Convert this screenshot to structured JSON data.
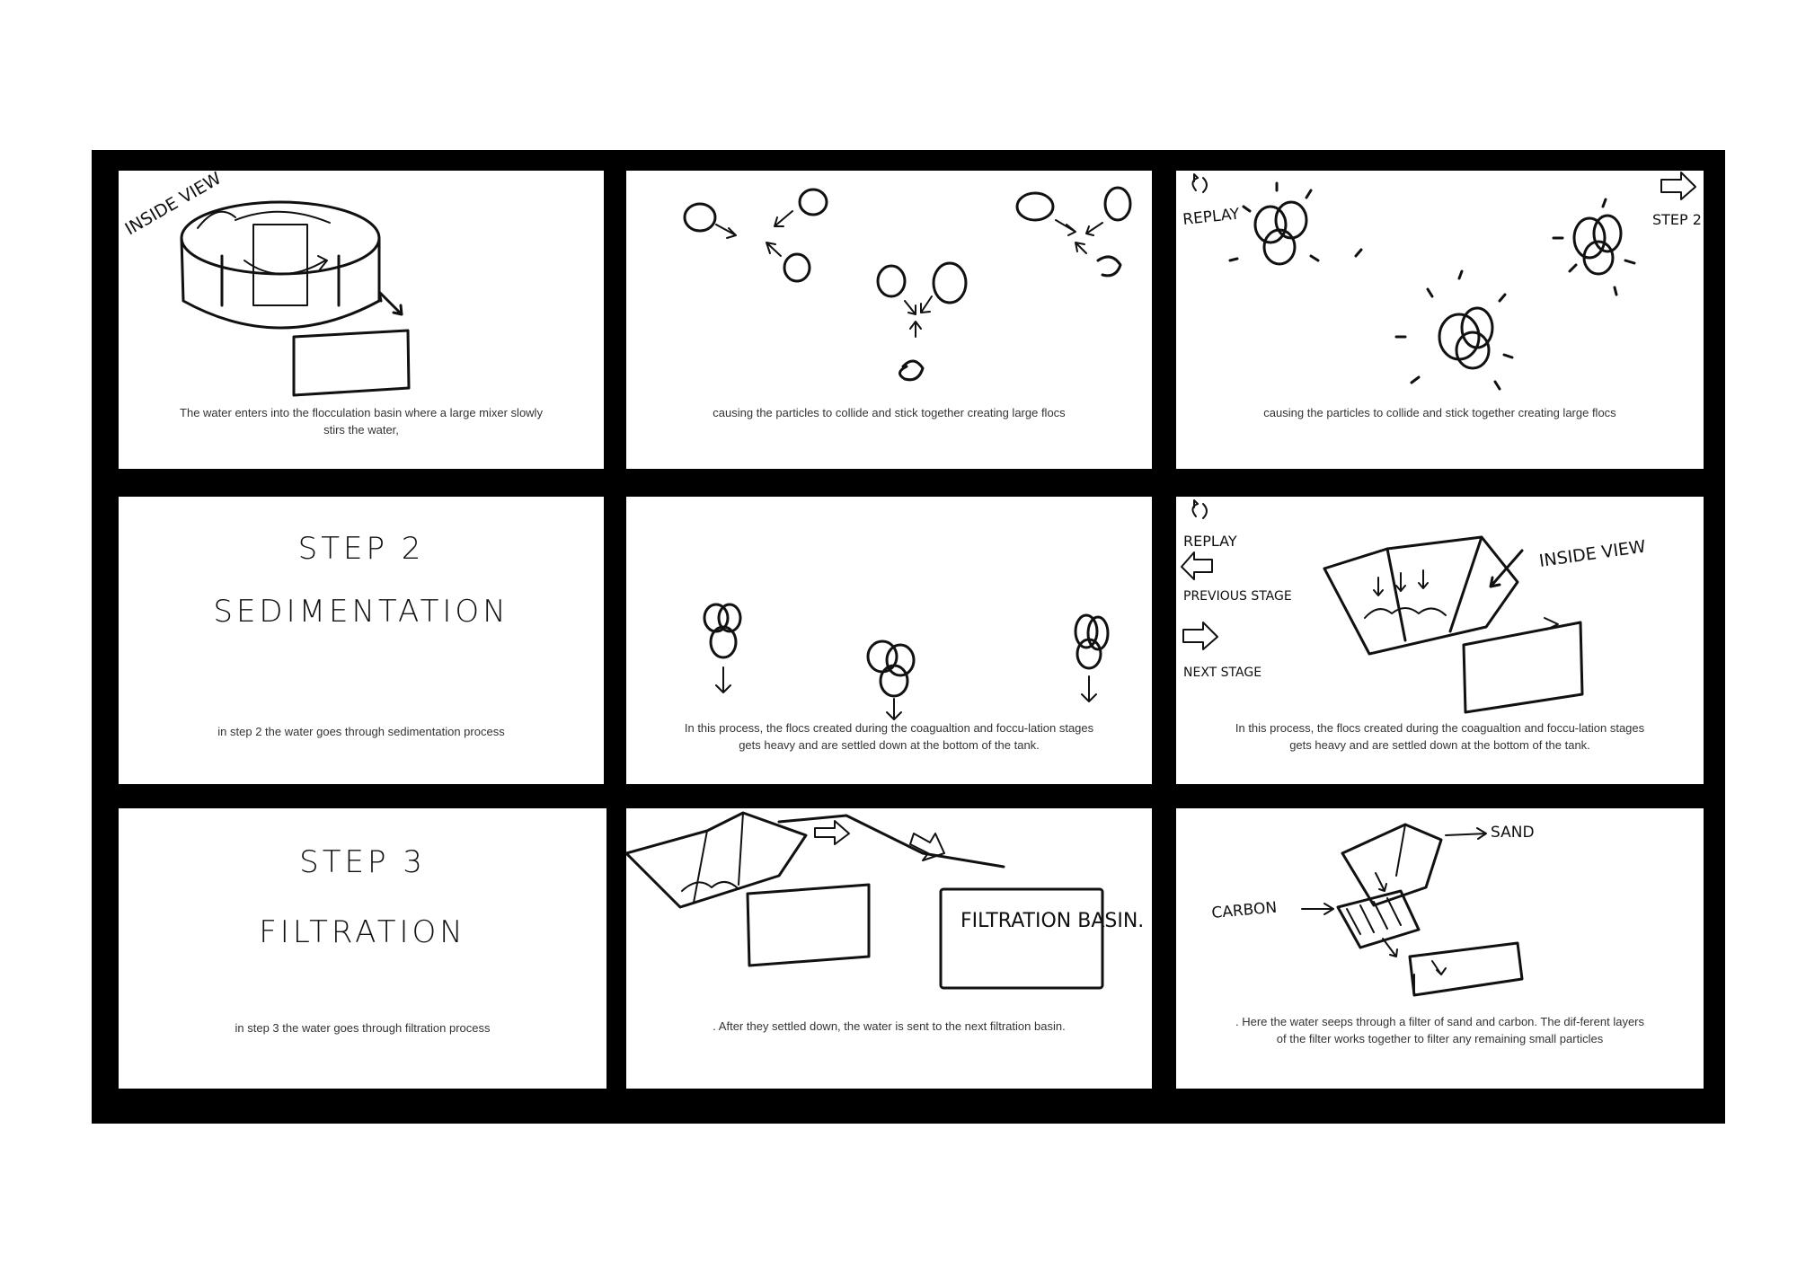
{
  "panels": [
    {
      "id": 1,
      "caption": "The water enters into the  flocculation basin where a large mixer slowly stirs the water,",
      "labels": {
        "inside_view": "INSIDE VIEW"
      }
    },
    {
      "id": 2,
      "caption": "causing the particles to collide and stick together creating large flocs"
    },
    {
      "id": 3,
      "caption": "causing the particles to collide and stick together creating large flocs",
      "labels": {
        "replay": "REPLAY",
        "step": "STEP 2"
      }
    },
    {
      "id": 4,
      "title": "STEP 2",
      "subtitle": "SEDIMENTATION",
      "caption": "in step 2 the water goes through sedimentation process"
    },
    {
      "id": 5,
      "caption": "In this process, the flocs created during the  coagualtion and foccu-lation stages gets heavy and are settled down at the bottom of the tank."
    },
    {
      "id": 6,
      "caption": "In this process, the flocs created during the  coagualtion and foccu-lation stages gets heavy and are settled down at the bottom of the tank.",
      "labels": {
        "replay": "REPLAY",
        "previous": "PREVIOUS STAGE",
        "next": "NEXT STAGE",
        "inside_view": "INSIDE VIEW"
      }
    },
    {
      "id": 7,
      "title": "STEP 3",
      "subtitle": "FILTRATION",
      "caption": "in step 3 the water goes through filtration process"
    },
    {
      "id": 8,
      "caption": ".  After they settled down, the water is sent to the next filtration basin.",
      "labels": {
        "basin": "FILTRATION BASIN."
      }
    },
    {
      "id": 9,
      "caption": ". Here the water seeps through a filter of  sand and carbon. The dif-ferent layers of the filter works together to filter any remaining small particles",
      "labels": {
        "sand": "SAND",
        "carbon": "CARBON"
      }
    }
  ]
}
